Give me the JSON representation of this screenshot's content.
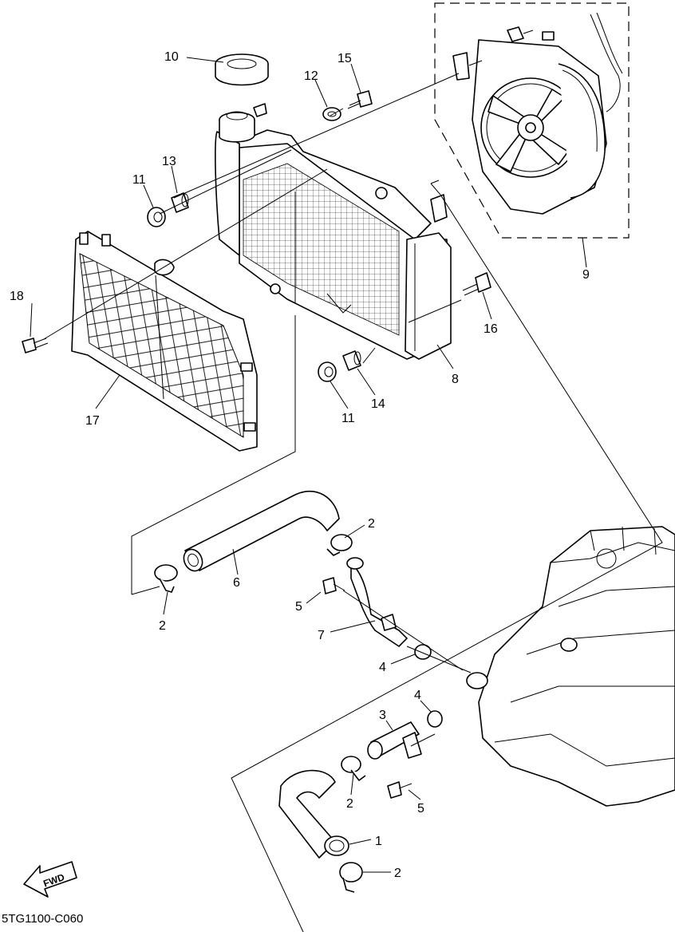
{
  "diagram_code": "5TG1100-C060",
  "fwd_label": "FWD",
  "callouts": {
    "c1": "1",
    "c2a": "2",
    "c2b": "2",
    "c2c": "2",
    "c2d": "2",
    "c3": "3",
    "c4a": "4",
    "c4b": "4",
    "c5a": "5",
    "c5b": "5",
    "c6": "6",
    "c7": "7",
    "c8": "8",
    "c9": "9",
    "c10": "10",
    "c11a": "11",
    "c11b": "11",
    "c12": "12",
    "c13": "13",
    "c14": "14",
    "c15": "15",
    "c16": "16",
    "c17": "17",
    "c18": "18"
  }
}
